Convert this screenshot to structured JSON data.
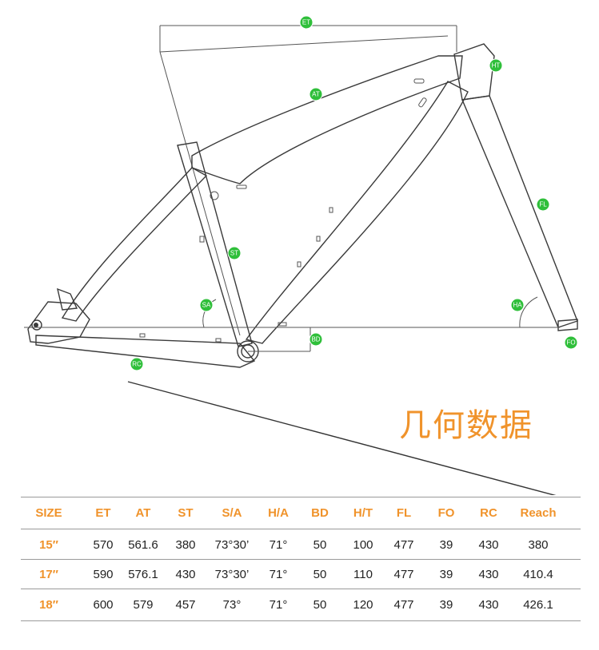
{
  "title": "几何数据",
  "labels": {
    "et": "ET",
    "ht": "HT",
    "at": "AT",
    "fl": "FL",
    "st": "ST",
    "sa": "SA",
    "ha": "HA",
    "bd": "BD",
    "fo": "FO",
    "rc": "RC"
  },
  "colors": {
    "accent": "#f0932b",
    "tag": "#2fbf3a",
    "line": "#3a3a3a"
  },
  "table": {
    "headers": [
      "SIZE",
      "ET",
      "AT",
      "ST",
      "S/A",
      "H/A",
      "BD",
      "H/T",
      "FL",
      "FO",
      "RC",
      "Reach"
    ],
    "rows": [
      [
        "15″",
        "570",
        "561.6",
        "380",
        "73°30’",
        "71°",
        "50",
        "100",
        "477",
        "39",
        "430",
        "380"
      ],
      [
        "17″",
        "590",
        "576.1",
        "430",
        "73°30’",
        "71°",
        "50",
        "110",
        "477",
        "39",
        "430",
        "410.4"
      ],
      [
        "18″",
        "600",
        "579",
        "457",
        "73°",
        "71°",
        "50",
        "120",
        "477",
        "39",
        "430",
        "426.1"
      ]
    ]
  }
}
